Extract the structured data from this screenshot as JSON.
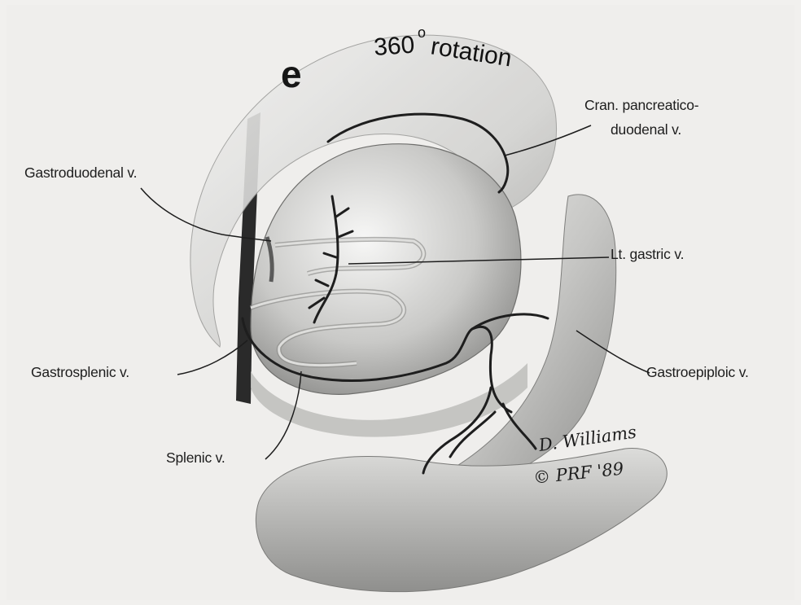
{
  "figure": {
    "panel_letter": "e",
    "title_number": "360",
    "title_degree": "o",
    "title_word": "rotation",
    "labels": {
      "cran_line1": "Cran. pancreatico-",
      "cran_line2": "duodenal v.",
      "gastroduodenal": "Gastroduodenal v.",
      "lt_gastric": "Lt. gastric v.",
      "gastrosplenic": "Gastrosplenic v.",
      "gastroepiploic": "Gastroepiploic v.",
      "splenic": "Splenic v."
    },
    "signature": {
      "line1": "D. Williams",
      "line2": "© PRF '89"
    }
  }
}
